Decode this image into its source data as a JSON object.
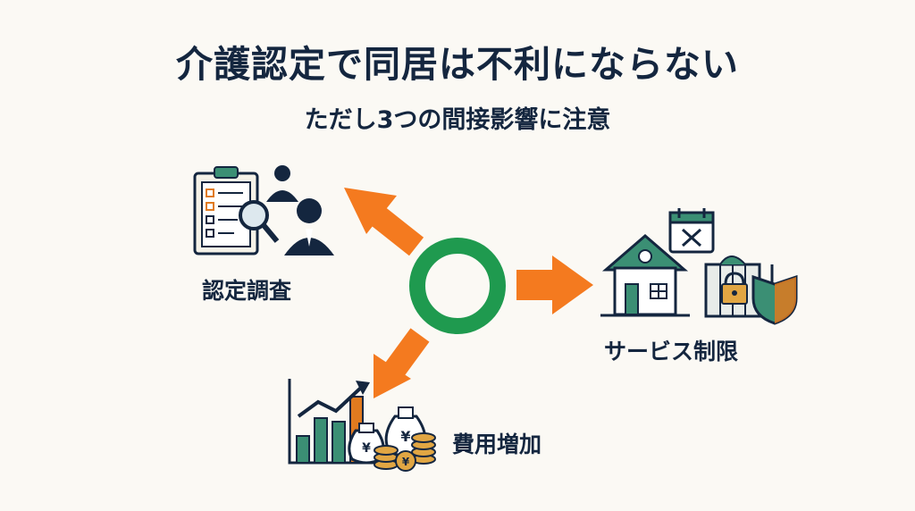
{
  "header": {
    "title": "介護認定で同居は不利にならない",
    "subtitle": "ただし3つの間接影響に注意"
  },
  "center": {
    "symbol": "circle-ok-mark"
  },
  "nodes": [
    {
      "id": "survey",
      "label": "認定調査",
      "icon": "clipboard-inspector-icon"
    },
    {
      "id": "service",
      "label": "サービス制限",
      "icon": "house-calendar-lock-icon"
    },
    {
      "id": "cost",
      "label": "費用増加",
      "icon": "chart-money-bags-icon"
    }
  ],
  "colors": {
    "navy": "#14263f",
    "green": "#1f9a4f",
    "orange": "#f47a1f",
    "teal": "#3b8f74",
    "gold": "#e1a643",
    "background": "#fbf9f4"
  }
}
